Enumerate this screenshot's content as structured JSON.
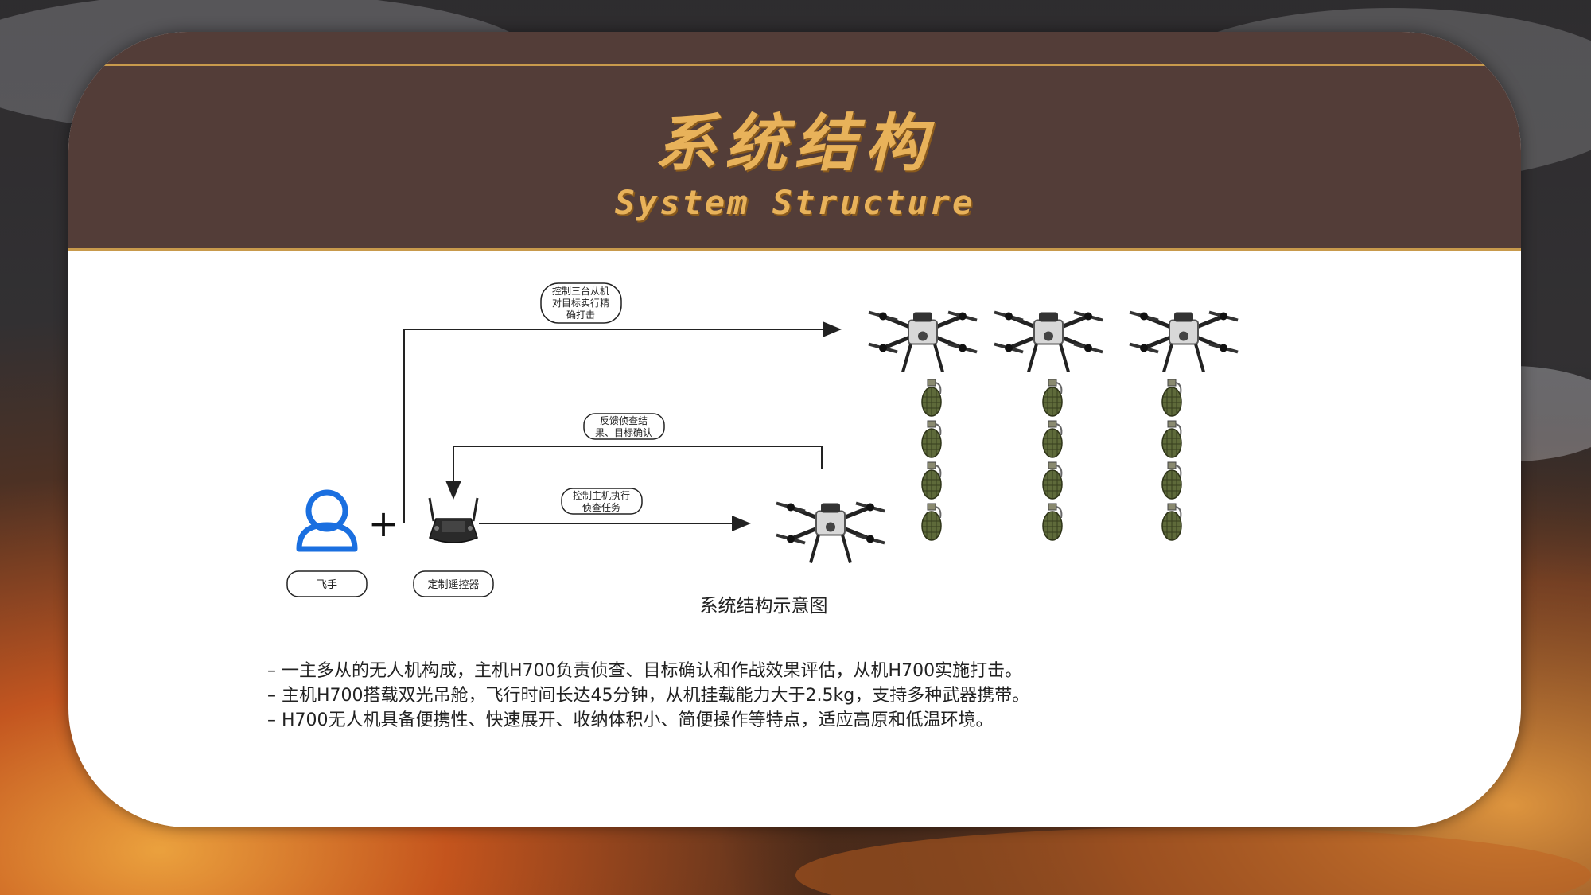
{
  "header": {
    "title_cn": "系统结构",
    "title_en": "System  Structure"
  },
  "diagram": {
    "labels": {
      "strike": [
        "控制三台从机",
        "对目标实行精",
        "确打击"
      ],
      "feedback": [
        "反馈侦查结",
        "果、目标确认"
      ],
      "command": [
        "控制主机执行",
        "侦查任务"
      ],
      "pilot": "飞手",
      "controller": "定制遥控器",
      "plus": "+"
    },
    "caption": "系统结构示意图"
  },
  "bullets": [
    "– 一主多从的无人机构成，主机H700负责侦查、目标确认和作战效果评估，从机H700实施打击。",
    "– 主机H700搭载双光吊舱，飞行时间长达45分钟，从机挂载能力大于2.5kg，支持多种武器携带。",
    "– H700无人机具备便携性、快速展开、收纳体积小、简便操作等特点，适应高原和低温环境。"
  ],
  "colors": {
    "header_bg": "#533d38",
    "title_gold": "#e8b25a",
    "accent_line": "#c89a4c",
    "person_icon": "#1a6fe0"
  },
  "icons": [
    "person-icon",
    "remote-controller-icon",
    "drone-icon",
    "grenade-icon"
  ]
}
